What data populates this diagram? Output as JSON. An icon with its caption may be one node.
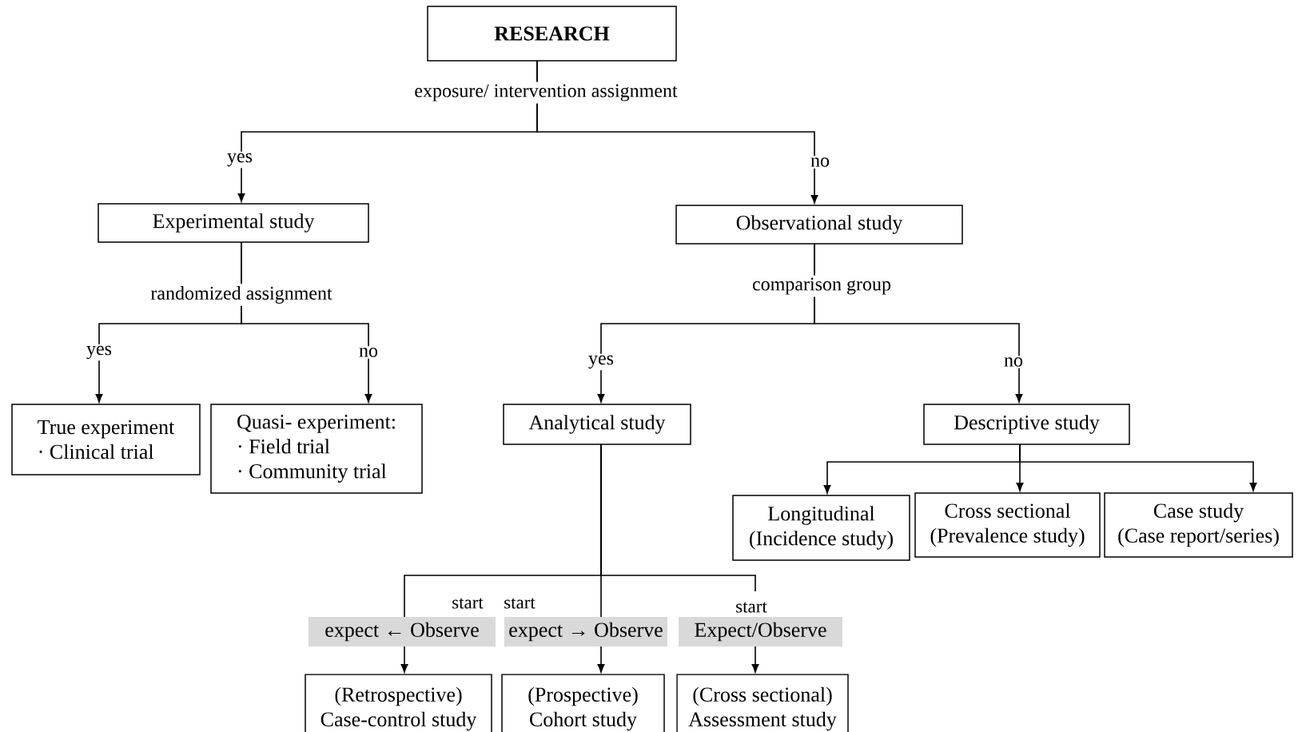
{
  "diagram": {
    "nodes": [
      {
        "text": [
          "RESEARCH"
        ]
      },
      {
        "text": [
          "Experimental study"
        ]
      },
      {
        "text": [
          "Observational study"
        ]
      },
      {
        "text": [
          "True experiment",
          "· Clinical trial"
        ]
      },
      {
        "text": [
          "Quasi- experiment:",
          "· Field trial",
          "· Community trial"
        ]
      },
      {
        "text": [
          "Analytical study"
        ]
      },
      {
        "text": [
          "Descriptive study"
        ]
      },
      {
        "text": [
          "Longitudinal",
          "(Incidence study)"
        ]
      },
      {
        "text": [
          "Cross sectional",
          "(Prevalence study)"
        ]
      },
      {
        "text": [
          "Case study",
          "(Case report/series)"
        ]
      },
      {
        "text": [
          "expect ← Observe"
        ],
        "beside": [
          "start"
        ]
      },
      {
        "text": [
          "expect → Observe"
        ],
        "beside": [
          "start"
        ]
      },
      {
        "text": [
          "Expect/Observe"
        ],
        "beside": [
          "start"
        ]
      },
      {
        "text": [
          "(Retrospective)",
          "Case-control study"
        ]
      },
      {
        "text": [
          "(Prospective)",
          "Cohort study"
        ]
      },
      {
        "text": [
          "(Cross sectional)",
          "Assessment study"
        ]
      }
    ],
    "edges": [
      {
        "from": 0,
        "to": 1,
        "arrow": "to",
        "label": "yes"
      },
      {
        "from": 0,
        "to": 2,
        "arrow": "to",
        "label": "no"
      },
      {
        "from": 1,
        "to": 3,
        "arrow": "to",
        "label": "yes"
      },
      {
        "from": 1,
        "to": 4,
        "arrow": "to",
        "label": "no"
      },
      {
        "from": 2,
        "to": 5,
        "arrow": "to",
        "label": "yes"
      },
      {
        "from": 2,
        "to": 6,
        "arrow": "to",
        "label": "no"
      },
      {
        "from": 6,
        "to": 7,
        "arrow": "to"
      },
      {
        "from": 6,
        "to": 8,
        "arrow": "to"
      },
      {
        "from": 6,
        "to": 9,
        "arrow": "to"
      },
      {
        "from": 5,
        "to": 10,
        "arrow": "none"
      },
      {
        "from": 5,
        "to": 11,
        "arrow": "none"
      },
      {
        "from": 5,
        "to": 12,
        "arrow": "none"
      },
      {
        "from": 10,
        "to": 13,
        "arrow": "to"
      },
      {
        "from": 11,
        "to": 14,
        "arrow": "to"
      },
      {
        "from": 12,
        "to": 15,
        "arrow": "to"
      }
    ],
    "labels": [
      "exposure/ intervention assignment",
      "randomized assignment",
      "comparison group"
    ]
  }
}
